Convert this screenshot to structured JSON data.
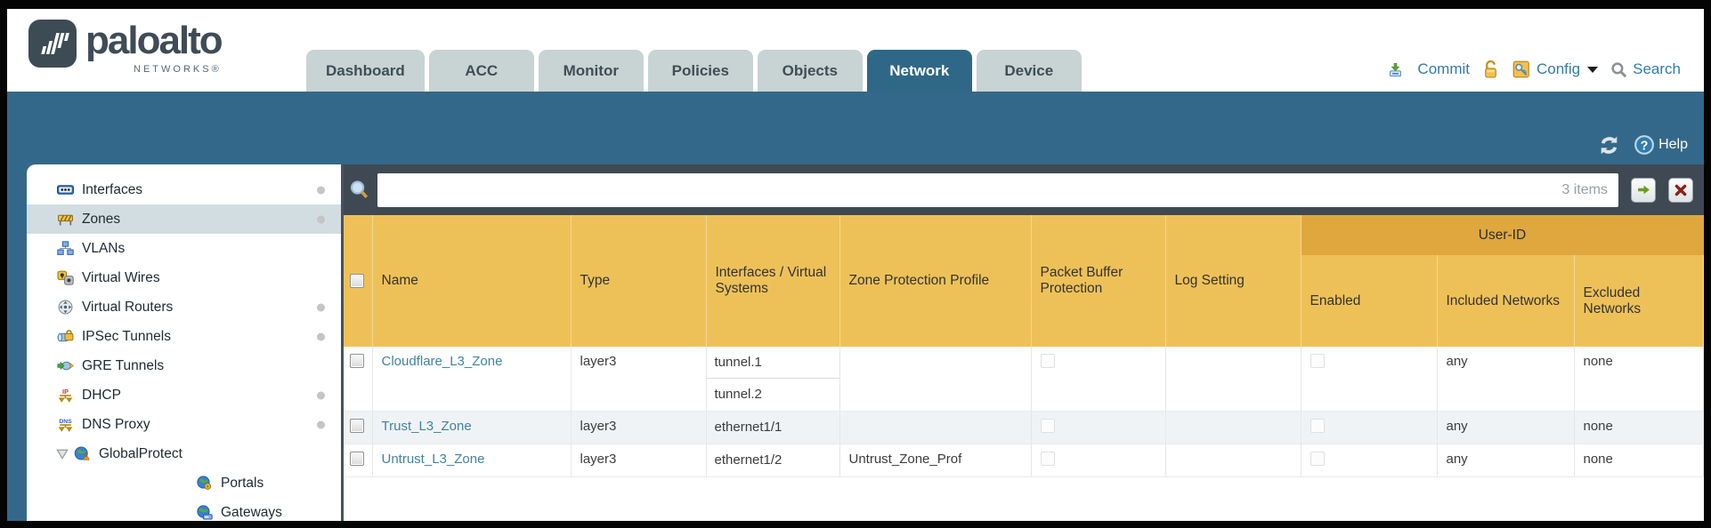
{
  "brand": {
    "name": "paloalto",
    "sub": "NETWORKS®"
  },
  "nav": {
    "tabs": [
      {
        "label": "Dashboard",
        "active": false
      },
      {
        "label": "ACC",
        "active": false
      },
      {
        "label": "Monitor",
        "active": false
      },
      {
        "label": "Policies",
        "active": false
      },
      {
        "label": "Objects",
        "active": false
      },
      {
        "label": "Network",
        "active": true
      },
      {
        "label": "Device",
        "active": false
      }
    ],
    "commit_label": "Commit",
    "config_label": "Config",
    "search_label": "Search"
  },
  "band": {
    "help_label": "Help"
  },
  "sidebar": {
    "items": [
      {
        "label": "Interfaces",
        "icon": "interfaces-icon",
        "dot": true,
        "selected": false
      },
      {
        "label": "Zones",
        "icon": "zones-icon",
        "dot": true,
        "selected": true
      },
      {
        "label": "VLANs",
        "icon": "vlans-icon",
        "dot": false,
        "selected": false
      },
      {
        "label": "Virtual Wires",
        "icon": "virtual-wires-icon",
        "dot": false,
        "selected": false
      },
      {
        "label": "Virtual Routers",
        "icon": "virtual-routers-icon",
        "dot": true,
        "selected": false
      },
      {
        "label": "IPSec Tunnels",
        "icon": "ipsec-tunnels-icon",
        "dot": true,
        "selected": false
      },
      {
        "label": "GRE Tunnels",
        "icon": "gre-tunnels-icon",
        "dot": false,
        "selected": false
      },
      {
        "label": "DHCP",
        "icon": "dhcp-icon",
        "dot": true,
        "selected": false
      },
      {
        "label": "DNS Proxy",
        "icon": "dns-proxy-icon",
        "dot": true,
        "selected": false
      },
      {
        "label": "GlobalProtect",
        "icon": "globalprotect-icon",
        "dot": false,
        "selected": false,
        "expanded": true
      },
      {
        "label": "Portals",
        "icon": "portals-icon",
        "dot": false,
        "selected": false,
        "child": true
      },
      {
        "label": "Gateways",
        "icon": "gateways-icon",
        "dot": false,
        "selected": false,
        "child": true
      }
    ]
  },
  "filter_bar": {
    "value": "",
    "items_count": "3 items"
  },
  "table": {
    "group_header": "User-ID",
    "columns": {
      "name": "Name",
      "type": "Type",
      "interfaces": "Interfaces / Virtual Systems",
      "zone_protection": "Zone Protection Profile",
      "packet_buffer": "Packet Buffer Protection",
      "log_setting": "Log Setting",
      "enabled": "Enabled",
      "included": "Included Networks",
      "excluded": "Excluded Networks"
    },
    "rows": [
      {
        "name": "Cloudflare_L3_Zone",
        "type": "layer3",
        "interfaces": [
          "tunnel.1",
          "tunnel.2"
        ],
        "zone_protection": "",
        "log_setting": "",
        "included": "any",
        "excluded": "none"
      },
      {
        "name": "Trust_L3_Zone",
        "type": "layer3",
        "interfaces": [
          "ethernet1/1"
        ],
        "zone_protection": "",
        "log_setting": "",
        "included": "any",
        "excluded": "none"
      },
      {
        "name": "Untrust_L3_Zone",
        "type": "layer3",
        "interfaces": [
          "ethernet1/2"
        ],
        "zone_protection": "Untrust_Zone_Prof",
        "log_setting": "",
        "included": "any",
        "excluded": "none"
      }
    ]
  },
  "colors": {
    "active_tab": "#2f6787",
    "band_blue": "#34688a",
    "header_gold": "#eec158",
    "header_gold_dark": "#dfa73e",
    "link_blue": "#3f83a3",
    "filter_bar_dark": "#3e4954"
  }
}
